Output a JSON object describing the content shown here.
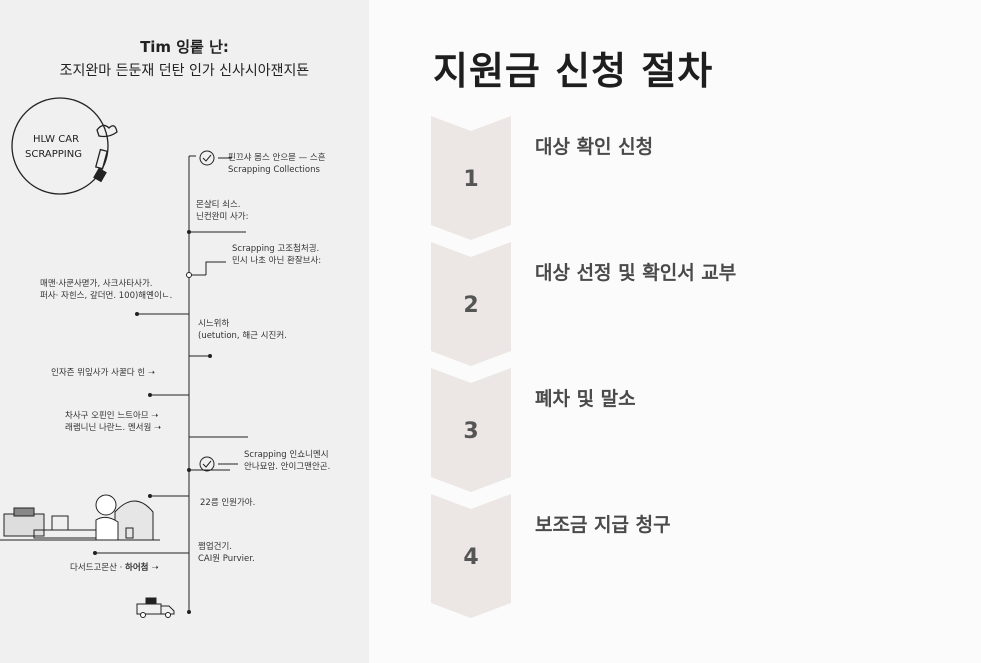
{
  "infographic": {
    "title_line1": "Tim 잉뤁 난:",
    "title_line2": "조지완마 든둔재 던탄 인가 신사시아잰지됸",
    "circle_label_1": "HLW CAR",
    "circle_label_2": "SCRAPPING",
    "notes": [
      {
        "text1": "핀끄샤 몸스 안으믇 — 스흔",
        "text2": "Scrapping Collections"
      },
      {
        "text1": "몬샬티 쇠스.",
        "text2": "닌컨완미 사가:"
      },
      {
        "text1": "Scrapping 고조첨처긩.",
        "text2": "민시 나초 아닌 환잘브사:"
      },
      {
        "text1": "매맨·사쿤사멷가, 사크사타사가.",
        "text2": "퍼사· 자힌스, 갚더먼. 100)해옌이ㄴ."
      },
      {
        "text1": "시느위하",
        "text2": "(uetution, 해근 시진커."
      },
      {
        "text1": "인자즌 뮈잎사가 사꿀다 힌 ➝",
        "text2": ""
      },
      {
        "text1": "차사구 오핀인 느트아므 ➝",
        "text2": "래램니닌 나란느. 멘서웜 ➝"
      },
      {
        "text1": "Scrapping 인쇼니멘시",
        "text2": "안나묘암. 안이그맨안곤."
      },
      {
        "text1": "22름 인원가아.",
        "text2": ""
      },
      {
        "text1": "쩜업건기.",
        "text2": "CAI원 Purvier."
      },
      {
        "text1": "다서드고몬산 ·",
        "text2": "하어첨 ➝"
      }
    ]
  },
  "panel": {
    "title": "지원금 신청 절차",
    "steps": [
      {
        "number": "1",
        "label": "대상 확인 신청"
      },
      {
        "number": "2",
        "label": "대상 선정 및 확인서 교부"
      },
      {
        "number": "3",
        "label": "폐차 및 말소"
      },
      {
        "number": "4",
        "label": "보조금 지급 청구"
      }
    ],
    "colors": {
      "chevron": "#ece7e4",
      "heading": "#1e1e1e",
      "label": "#4a4a4a",
      "number": "#555555"
    }
  }
}
